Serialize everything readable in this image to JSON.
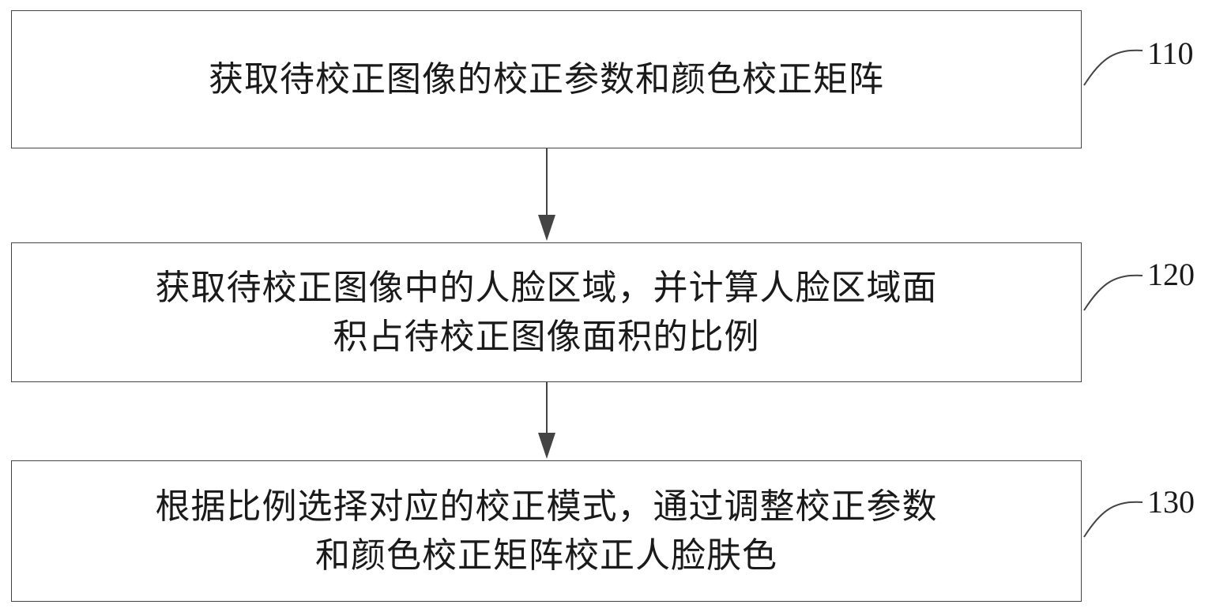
{
  "steps": [
    {
      "id": "110",
      "lines": [
        "获取待校正图像的校正参数和颜色校正矩阵"
      ]
    },
    {
      "id": "120",
      "lines": [
        "获取待校正图像中的人脸区域，并计算人脸区域面",
        "积占待校正图像面积的比例"
      ]
    },
    {
      "id": "130",
      "lines": [
        "根据比例选择对应的校正模式，通过调整校正参数",
        "和颜色校正矩阵校正人脸肤色"
      ]
    }
  ],
  "colors": {
    "line": "#444444",
    "text": "#1a1a1a",
    "background": "#ffffff"
  }
}
